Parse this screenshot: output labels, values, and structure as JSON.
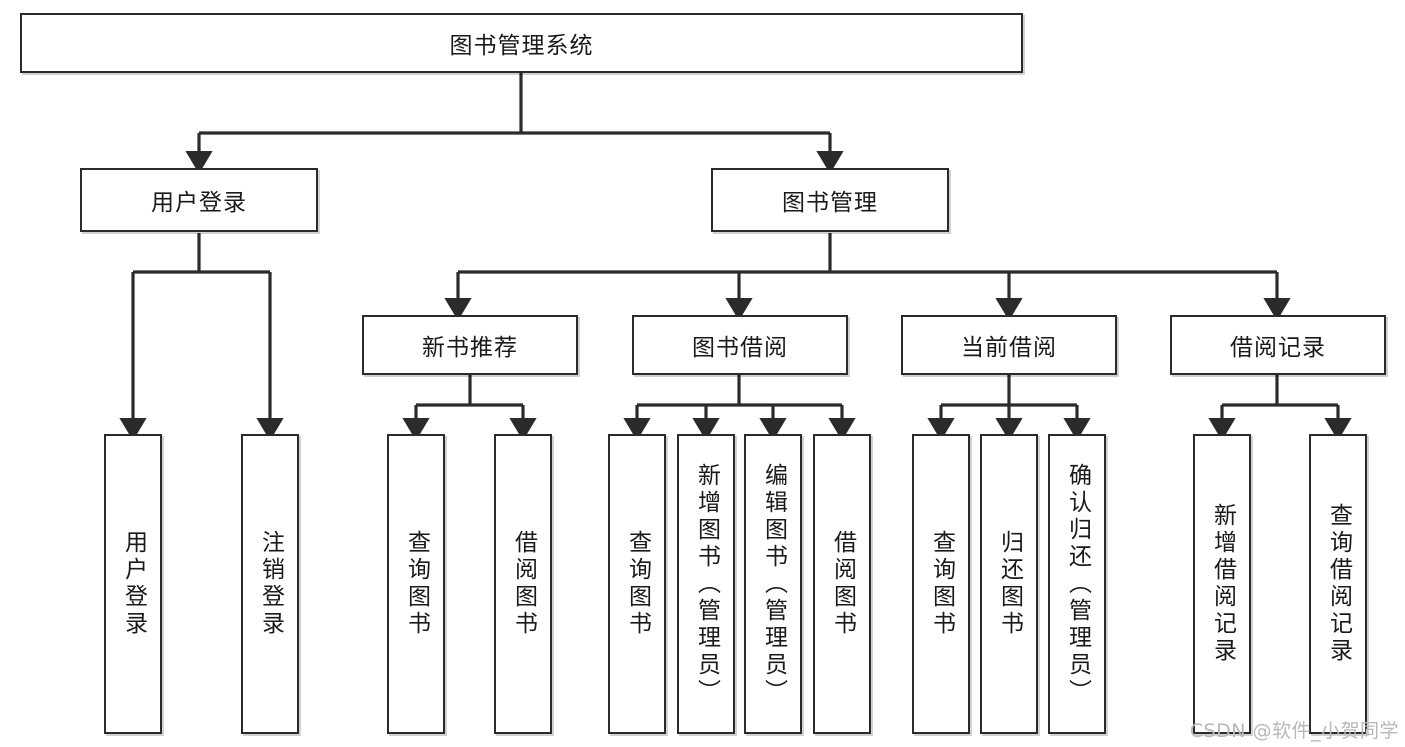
{
  "diagram": {
    "title": "图书管理系统",
    "type": "hierarchy-tree",
    "watermark": "CSDN @软件_小贺同学",
    "colors": {
      "box_border": "#2b2b2b",
      "box_fill": "#ffffff",
      "connector": "#2b2b2b",
      "watermark": "#b8b8b8",
      "background": "#ffffff"
    },
    "nodes": {
      "root": {
        "label": "图书管理系统",
        "level": 0,
        "orientation": "horizontal"
      },
      "login": {
        "label": "用户登录",
        "level": 1,
        "orientation": "horizontal"
      },
      "bookmgmt": {
        "label": "图书管理",
        "level": 1,
        "orientation": "horizontal"
      },
      "newbook": {
        "label": "新书推荐",
        "level": 2,
        "orientation": "horizontal"
      },
      "borrow": {
        "label": "图书借阅",
        "level": 2,
        "orientation": "horizontal"
      },
      "current": {
        "label": "当前借阅",
        "level": 2,
        "orientation": "horizontal"
      },
      "record": {
        "label": "借阅记录",
        "level": 2,
        "orientation": "horizontal"
      },
      "leaf1": {
        "label": "用户登录",
        "level": 3,
        "orientation": "vertical"
      },
      "leaf2": {
        "label": "注销登录",
        "level": 3,
        "orientation": "vertical"
      },
      "leaf3": {
        "label": "查询图书",
        "level": 3,
        "orientation": "vertical"
      },
      "leaf4": {
        "label": "借阅图书",
        "level": 3,
        "orientation": "vertical"
      },
      "leaf5": {
        "label": "查询图书",
        "level": 3,
        "orientation": "vertical"
      },
      "leaf6": {
        "label": "新增图书（管理员）",
        "level": 3,
        "orientation": "vertical"
      },
      "leaf7": {
        "label": "编辑图书（管理员）",
        "level": 3,
        "orientation": "vertical"
      },
      "leaf8": {
        "label": "借阅图书",
        "level": 3,
        "orientation": "vertical"
      },
      "leaf9": {
        "label": "查询图书",
        "level": 3,
        "orientation": "vertical"
      },
      "leaf10": {
        "label": "归还图书",
        "level": 3,
        "orientation": "vertical"
      },
      "leaf11": {
        "label": "确认归还（管理员）",
        "level": 3,
        "orientation": "vertical"
      },
      "leaf12": {
        "label": "新增借阅记录",
        "level": 3,
        "orientation": "vertical"
      },
      "leaf13": {
        "label": "查询借阅记录",
        "level": 3,
        "orientation": "vertical"
      }
    },
    "edges": [
      {
        "from": "root",
        "to": "login"
      },
      {
        "from": "root",
        "to": "bookmgmt"
      },
      {
        "from": "login",
        "to": "leaf1"
      },
      {
        "from": "login",
        "to": "leaf2"
      },
      {
        "from": "bookmgmt",
        "to": "newbook"
      },
      {
        "from": "bookmgmt",
        "to": "borrow"
      },
      {
        "from": "bookmgmt",
        "to": "current"
      },
      {
        "from": "bookmgmt",
        "to": "record"
      },
      {
        "from": "newbook",
        "to": "leaf3"
      },
      {
        "from": "newbook",
        "to": "leaf4"
      },
      {
        "from": "borrow",
        "to": "leaf5"
      },
      {
        "from": "borrow",
        "to": "leaf6"
      },
      {
        "from": "borrow",
        "to": "leaf7"
      },
      {
        "from": "borrow",
        "to": "leaf8"
      },
      {
        "from": "current",
        "to": "leaf9"
      },
      {
        "from": "current",
        "to": "leaf10"
      },
      {
        "from": "current",
        "to": "leaf11"
      },
      {
        "from": "record",
        "to": "leaf12"
      },
      {
        "from": "record",
        "to": "leaf13"
      }
    ]
  }
}
